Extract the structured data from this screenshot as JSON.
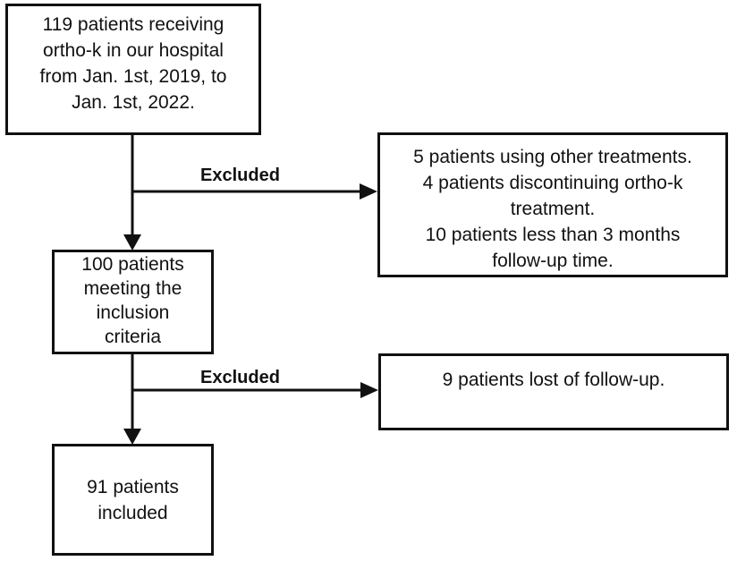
{
  "flowchart": {
    "start": "119 patients receiving\northo-k in our hospital\nfrom Jan. 1st, 2019, to\nJan. 1st, 2022.",
    "exclusion_1": "5 patients using other treatments.\n4 patients discontinuing  ortho-k\ntreatment.\n10 patients less than 3 months\nfollow-up time.",
    "met_criteria": "100 patients\nmeeting the\ninclusion\ncriteria",
    "exclusion_2": "9 patients lost of follow-up.",
    "included": "91 patients\nincluded",
    "edge_label_1": "Excluded",
    "edge_label_2": "Excluded"
  },
  "colors": {
    "stroke": "#111111",
    "background": "#ffffff"
  }
}
